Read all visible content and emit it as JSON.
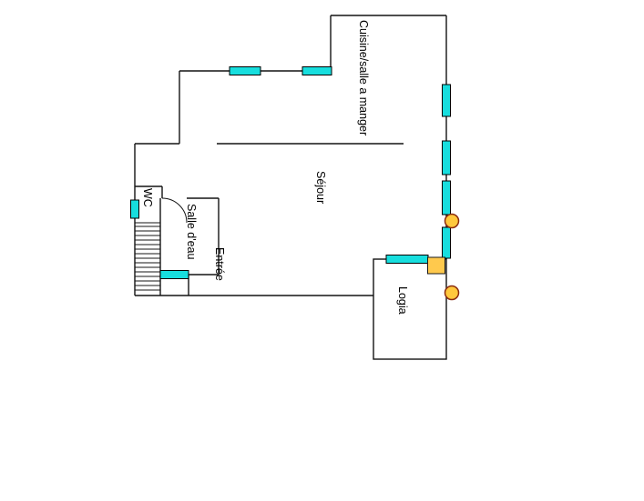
{
  "page": {
    "background": "#ffffff"
  },
  "colors": {
    "wall": "#141414",
    "window_fill": "#17dede",
    "door_fill": "#ffc94d",
    "column_fill": "#ffc83c",
    "column_stroke": "#8a2b0f",
    "label": "#000000"
  },
  "rooms": {
    "kitchen_dining": {
      "label": "Cuisine/salle a manger"
    },
    "living_room": {
      "label": "Séjour"
    },
    "wc": {
      "label": "WC"
    },
    "shower_room": {
      "label": "Salle d'eau"
    },
    "entrance": {
      "label": "Entrée"
    },
    "loggia": {
      "label": "Logia"
    }
  }
}
